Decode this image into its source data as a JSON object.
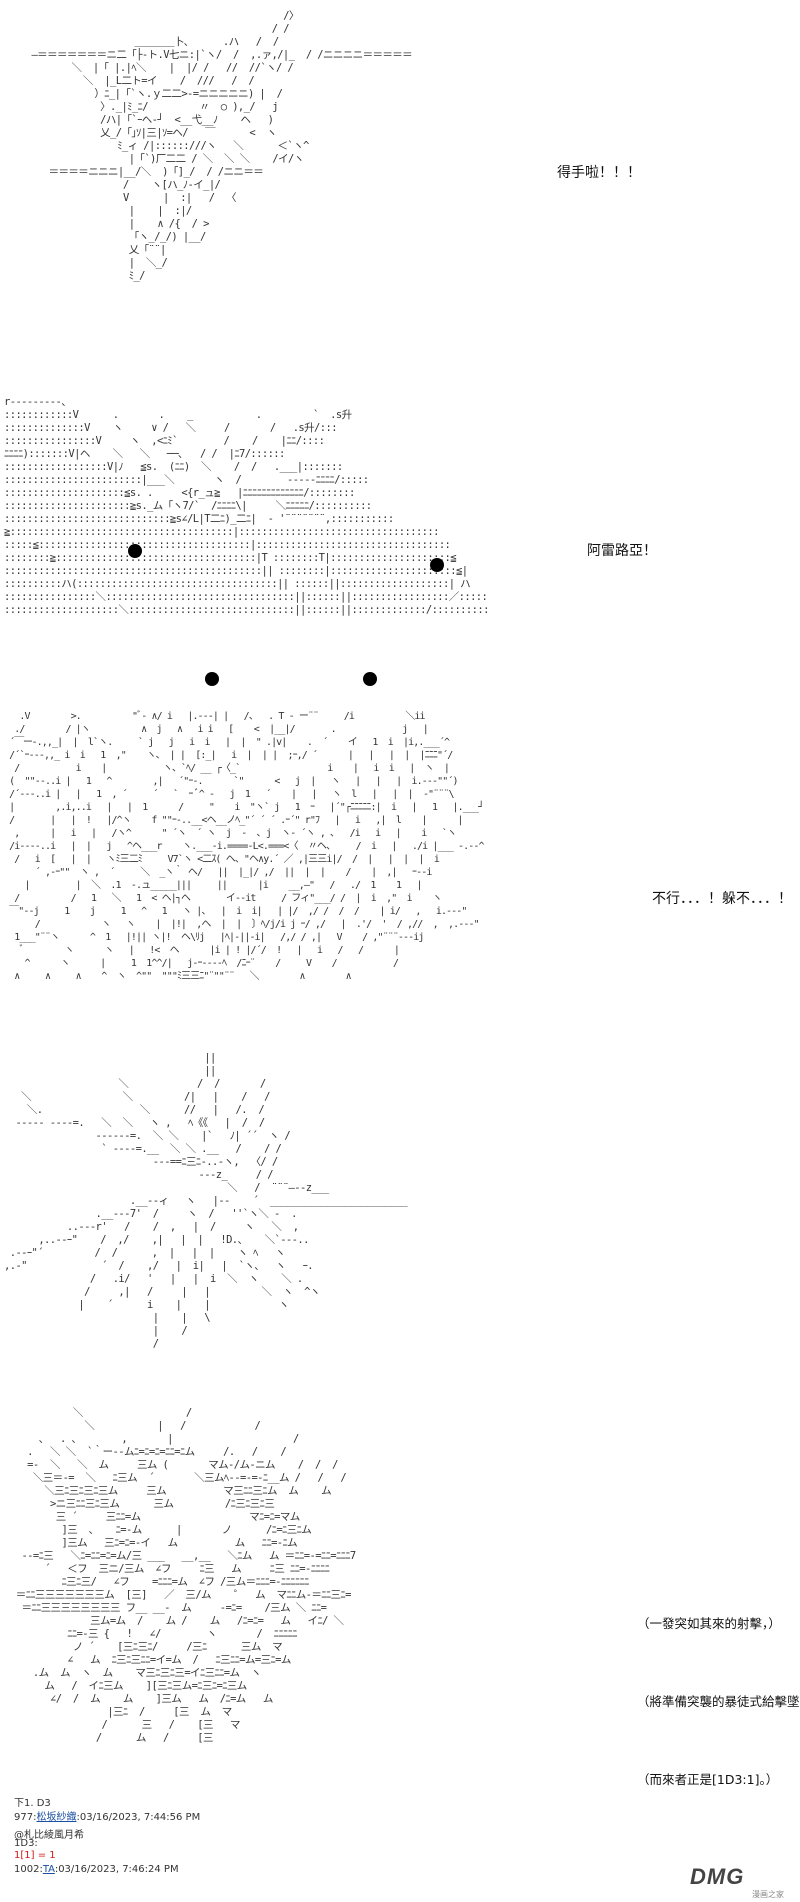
{
  "panels": [
    {
      "art": "                                              /〉\n                                            / /\n                    ＿＿＿＿卜､      .ハ   /  /\n  ―＝＝＝＝＝＝＝ニ二「├‐ト.V七ニ:|`ヽ/  /  ,.ァ,/|_  / /ニニニニ＝＝＝＝＝\n         ＼  |「 |.|ﾍ＼    |  |/ /   //  //`ヽ/ /\n           ＼  |_L二ト=イ    /  ///   /  /\n             ）ﾆ_|「`ヽ.ｙ二二>-=ニニニニニ) |  /\n              〉._|ﾐ_ﾆ/         〃  ○ ),_/   j\n              /ハ|「`ｰヘ-┘  <__弋__ﾉ    ヘ   )\n              乂_/「｣ｿ|三|ｿ=ヘ/   ￣      <  ヽ\n                 ﾐ_ィ /|::::::///ヽ   ＼      ＜`ヽ^\n                   |「`)厂二二 / ＼  ＼ ＼    /イ/ヽ\n     ＝＝＝＝ニニニ|__/＼  )「]_/  / /ニニ＝＝\n                  /    ヽ[ハ_ﾉ-イ_|/\n                  V      |  :|   /  〈\n                   |    |  :|/\n                   |    ∧ /{  / >\n                   「ヽ_/_/) |__/\n                   乂「¨¨|\n                   |  ＼_/\n                   ﾐ_/",
      "art_label": "得手啦！！！",
      "dots": 0
    },
    {
      "art": "r‐‐‐‐‐‐‐‐-、\n::::::::::::V      .       .    _           .         `  .s升\n::::::::::::::V    ヽ     ∨ /   ＼     /       /   .s升/:::\n::::::::::::::::V     ヽ  ,<ﾆﾐ`        /    /    |ﾆﾆ/::::\nﾆﾆﾆﾆ):::::::V|ヘ    ＼   ＼   ──､   / /  |ﾆ7/::::::\n::::::::::::::::::V|ﾉ   ≦s.  (ﾆﾆ)  ＼    /  /   .___|:::::::\n::::::::::::::::::::::::|___＼       ヽ  /        ‐‐‐‐‐ﾆﾆﾆﾆ/:::::\n:::::::::::::::::::::≦s. .     <{r_ュ≧   |ﾆﾆﾆﾆﾆﾆﾆﾆﾆﾆﾆﾆﾆ/::::::::\n::::::::::::::::::::::≧s._ム「ヽ7/`  /ﾆﾆﾆﾆ\\|     ＼ﾆﾆﾆﾆﾆ/::::::::::\n:::::::::::::::::::::::::::::≧s∠/L|T二ﾆ)_二ﾆ|  ‐ '¨¨¨¨¨¨¨,:::::::::::\n≧:::::::::::::::::::::::::::::::::::::::|:::::::::::::::::::::::::::::::::::\n:::::≦:::::::::::::::::::::::::::::::::::::|::::::::::::::::::::::::::::::::::\n::::::::≧:::::::::::::::::::::::::::::::::::|T ::::::::T|:::::::::::::::::::::≦\n:::::::::::::::::::::::::::::::::::::::::::::|| ::::::::|::::::::::::::::::::::≦|\n::::::::::ハ(:::::::::::::::::::::::::::::::::::|| ::::::||:::::::::::::::::::| ハ\n::::::::::::::::＼:::::::::::::::::::::::::::::::::||::::::||:::::::::::::::::／:::::\n::::::::::::::::::::＼:::::::::::::::::::::::::::::||::::::||:::::::::::::/::::::::::",
      "art_label": "阿雷路亞！",
      "dots": 4
    },
    {
      "art": "   .V        >.          \"ﾞ‐ ∧/ i   |.---| |   /、  . T - ー¨¨     /i          ＼ii\n  ./        / |ヽ          ∧  j   ∧   i i   [    <  |__|/       .             j   |\n ´￣ｰｰ-.,,_|  |  l`ヽ.     ` j   j   i  i   |  |  \" .|v|    .  ´    イ   1  i  |i,.___´^\n /´`ｰ‐--,,_ i  i   1  ,\"    ヽ、 | |  [:_|   i  |  | |  ;ｰ,/ ´      |   |   |  |  |ﾆﾆﾆ\"´/\n  /           i    |           ヽ、`ﾍ/ __ ┌〈_`                 i    |   i  i   |  ヽ  |\n (  \"\"‐-..i |   1   ^        ,|   ´\"ｰ-.      `\"      <   j  |   ヽ   |   |   |  i.---\"\"´)\n /´‐--..i |   |   1  , ´     ´   `  ｰ ﾞ^ -   j  1   ´    |   |   ヽ  l   |   |  |  ‐\"¨¨¨\\\n |        ,.i,..i   |   |  1      /     \"    i  \"ヽ` j   1  ｰ   |´\"┌ﾆﾆﾆﾆﾆ:|  i   |   1   |.___┘\n /       |   |  !   |/^ヽ    f \"\"ｰ-..__<ヘ__ノﾍ_\"´ ´ ´ .ｰ´\" r\"ﾌ   |   i   ,|  l    |      |\n  ,      |   i   |   /ヽ^      \" ´ヽ  ´ ヽ  j  -  ､ j  ヽ‐ ´ヽ , ､   /i   i   |    i   `ヽ\n /i---‐..i   |  |   j   ^ヘ___r    ヽ.___-i.====‐L<.===<〈  〃ヘ、    /  i   |   ./i |___ -.‐‐^\n  /   i  [   |  |   ヽﾐ三二ﾐ     V7`ヽ <二ｽ( ヘ、\"ヘ∧y.´ ／ ,|三三i|/  /  |   |  |  |  i\n      ´ ,-ｰ\"\"  ヽ ,  ´     ＼  _ヽ｀ ヘ/   ||  |_|/ ,/  ||  |  |    /    |  ,|   ｰ‐-i\n    |         |  ＼  .1  ‐.ュ_____|||     ||      |i    __,―\"   /   ./  1    1   |\n  /          /   1   ＼   1  < ヘ|┐ヘ       イ‐‐it     / フィ\"___/ /  |  i  ,\"  i    ヽ\n ￣\"‐‐j     1    j     1   ^   1   ヽ |、  |  i  i|   | |/  ,/ /  /  /    | i/   ,   i.---\"\n      /            ヽ   ヽ    |  |!|  ,ヘ  |  |  〕ﾍ/j/i j ｰ/ ,/   |  .'/  '  / ,//  ,  ,.-‐‐\"\n  1___\"¨¨ヽ      ^  1   |!|| ヽ|!  ヘ\\ﾘj   |ﾍ|‐||‐i|   /,/ / ,|   V    / ,\"¨¨¨‐‐‐ij\n   ﾞ        ヽ      ヽ   |   !<  ヘ      |i | ! |/´/  !   |   i   /   /      |\n    ^      ヽ      |     1  1^^/|   j‐ｰ‐‐‐-ﾍ  /ﾆｰ¨    /     V    /           /\n  ∧     ∧     ∧    ^  ヽ  ^\"\"  \"\"\"ﾐ三三ﾆ\"¨\"\"¨¨   ＼        ∧        ∧",
      "art_label": "不行．．．！躲不．．．！",
      "dots": 0
    },
    {
      "art": "                                   ||\n                                   ||\n                    ＼            /  /       /\n   ＼                ＼         /|   |    /   /\n    ＼.                 ＼      //   |   /.  /\n  ‐‐‐‐‐ ‐‐‐-=.   ＼  ＼   ヽ ,   ﾍ《《   |  /  /\n                ‐‐‐‐‐-=.  ＼ ＼    |`   ﾉ| ´´  ヽ /\n                 ` ‐‐--=.__  ＼ ＼ .__   /    / /\n                          ‐‐‐==ﾆ三ﾆ-..‐ヽ,  〈/ /\n                                  ‐--z_     / /\n                                       ＼   /  ¨¨¨―‐‐z___\n                      .__‐-ィ   ヽ   |‐-    ´  ________________________\n                .__‐-‐7'  /     ヽ  /   ''`ヽ＼ ‐  .\n           ..‐-‐r'   /    /  ,   |  /     ヽ   ＼  ,\n      ,..‐-ｰ\"    /  ,/    ,|   |  |   !D.、   ＼`‐‐-..\n .‐-ｰ\"´         /  /      ,  |   |  |    ヽ ﾍ   ヽ\n,.-\"             ´  /    ,/   |  i|   |  `ヽ、  ヽ   ｰ.\n               /   .i/   '   |   |  i  ＼  ヽ    ＼ .\n              /     ,|   /     |   |         ＼  ヽ  ^ヽ\n             |    ´      i    |    |            ヽ\n                          |    |   \\\n                          |    /\n                          /",
      "art_label": "",
      "dots": 0
    },
    {
      "art": "           ＼                  /\n             ＼           |   /            /\n     、  . 、       ,       |                     /\n   .   ＼ ＼  `｀ー--ムﾆ=ﾆ=ﾆ=ﾆﾆ=ﾆム     /.   /    /\n   =-  ＼   ＼  ム     三ム (       マム-/ム-ニム    /  /  /\n    ＼三＝-=  ＼   ﾆ三ム  ´       ＼三ムﾍ--=-=-ﾆ__ム /   /   /\n      ＼三ﾆ三ﾆ三ﾆ三ム     三ム          マ三ﾆﾆ三ﾆム  ム    ム\n       >ニ三ﾆﾆ三ﾆ三ム      三ム         /ﾆ三ﾆ三ﾆ三\n        三 ´     三ﾆﾆ=ム                   マﾆ=ﾆ=マム\n         ]三  、   ﾆ=-ム      |       ノ      /ﾆ=ﾆ三ﾆム\n         ]三ム   三ﾆ=ﾆ=-イ   ム          ム   ﾆﾆ=-ﾆム\n  ‐-=ﾆ三   ＼ﾆ=ﾆﾆ=ﾆ=ム/三 ___   __,__   ＼ﾆム   ム ＝ﾆﾆ=-=ﾆﾆ=ﾆﾆﾆ7\n      ´   ＜フ  三ニ/三ム  ∠フ     ﾆ三   ム     ﾆ三 ﾆﾆ=-ﾆﾆﾆﾆ\n         ﾆ三ﾆ三/   ∠フ    =ﾆﾆﾆ=ム  ∠フ /三ム＝ﾆﾆﾆ=-ﾆﾆﾆﾆﾆﾆ\n ＝ﾆﾆ三三三三三三三ム  [三]   ／  三/ム    ゜  ム  マﾆﾆム-＝ﾆﾆ三ﾆ=\n  ＝ﾆﾆ三三三三三三三三 フ__ __-  ム     ‐=ﾆ=    /三ム ＼ ﾆﾆ=\n              三ム=ム  /    ム /    ム   /ﾆ=ﾆ=   ム   イﾆ/ ＼\n          ﾆﾆ=-三 {   !   ∠/        ヽ       /  ﾆﾆﾆﾆﾆ\n           ノ ´    [三ﾆ三ﾆ/     /三ﾆ      三ム  マ\n          ∠   ム  ﾆ三ﾆ三ﾆﾆ=イ=ム  /   ﾆ三ﾆﾆ=ム=三ﾆ=ム\n    .ム  ム  ヽ  ム    マ三ﾆ三ﾆ三=イﾆ三ﾆﾆ=ム  ヽ\n      ム   /  イﾆ三ム    ][三ﾆ三ム=ﾆ三ﾆ=ﾆ三ム\n       ∠/  /  ム    ム    ]三ム   ム  /ﾆ=ム   ム\n                 |三ﾆ  /     [三  ム  マ\n                /      三   /    [三   マ\n               /      ム   /     [三",
      "art_label": "",
      "dots": 0
    }
  ],
  "side_text": {
    "line1": "（一發突如其來的射擊，）",
    "line2": "（將準備突襲的暴徒式給擊墜，）",
    "line3": "（而來者正是[1D3:1]。）"
  },
  "footer": {
    "line1": "下1. D3",
    "post_no_a": "977:",
    "poster_a": "松坂紗織",
    "time_a": ":03/16/2023, 7:44:56 PM",
    "line3": "@札比綾風月希",
    "line4": "1D3:",
    "dice_result": "1[1] = 1",
    "post_no_b": "1002:",
    "poster_b": "TA",
    "time_b": ":03/16/2023, 7:46:24 PM"
  },
  "watermark": {
    "brand": "DMG",
    "sub": "漫画之家"
  }
}
